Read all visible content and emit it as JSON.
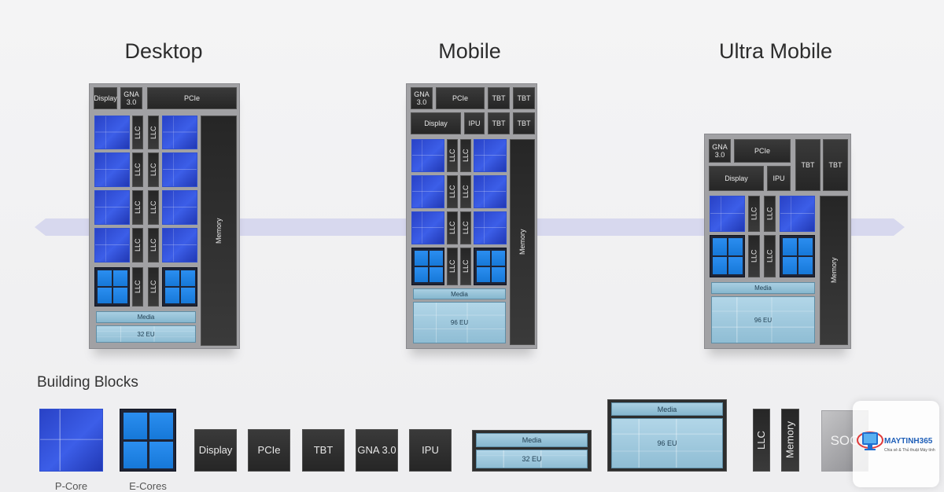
{
  "headings": {
    "desktop": "Desktop",
    "mobile": "Mobile",
    "ultra_mobile": "Ultra Mobile"
  },
  "building_blocks": {
    "title": "Building Blocks",
    "pcore_label": "P-Core",
    "ecores_label": "E-Cores",
    "display": "Display",
    "pcie": "PCIe",
    "tbt": "TBT",
    "gna": "GNA 3.0",
    "ipu": "IPU",
    "media": "Media",
    "eu32": "32 EU",
    "eu96": "96 EU",
    "llc": "LLC",
    "memory": "Memory",
    "soc": "SOC"
  },
  "die": {
    "display": "Display",
    "gna": "GNA 3.0",
    "pcie": "PCIe",
    "tbt": "TBT",
    "ipu": "IPU",
    "llc": "LLC",
    "memory": "Memory",
    "media": "Media",
    "eu32": "32 EU",
    "eu96": "96 EU"
  },
  "logo": {
    "name": "MAYTINH365",
    "tagline": "Chia sẻ & Thủ thuật Máy tính"
  },
  "colors": {
    "pcore": "#3452dc",
    "ecore": "#1f86ec",
    "gpu": "#9fc8dc",
    "block": "#2e2e2e",
    "arrow": "#d7d8ee"
  }
}
